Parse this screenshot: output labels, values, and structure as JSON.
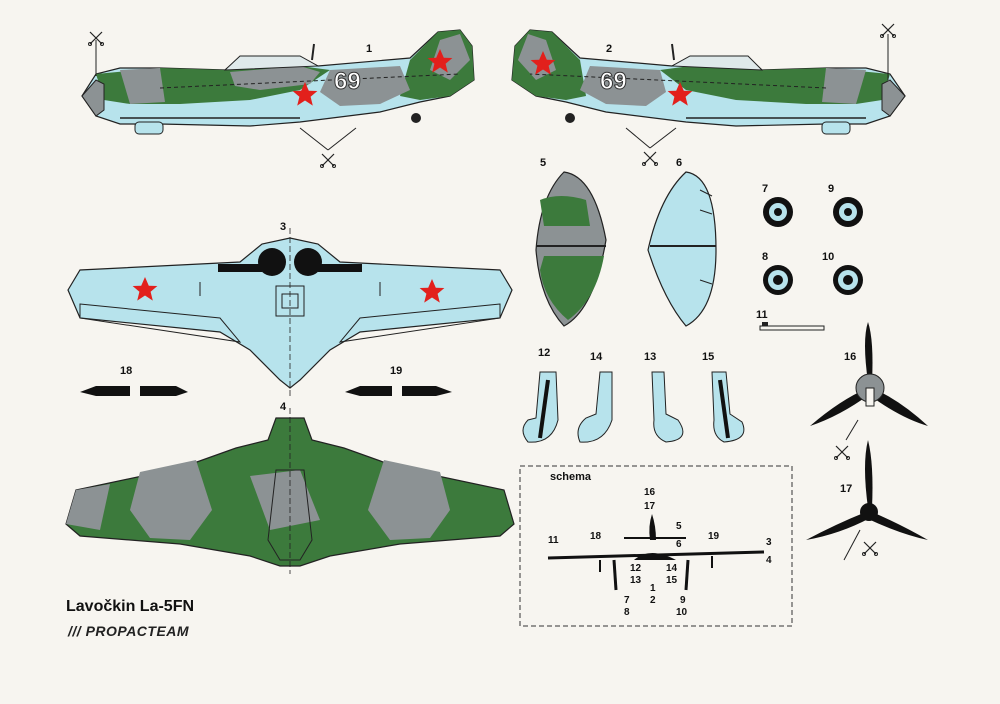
{
  "title": "Lavočkin La-5FN",
  "brand": "PROPACTEAM",
  "schema_title": "schema",
  "aircraft_code": "69",
  "colors": {
    "paper": "#f7f5f0",
    "light_blue": "#b7e3ec",
    "green": "#3c7a3c",
    "grey": "#8c9294",
    "red": "#e2201c",
    "black": "#111111",
    "white": "#ffffff"
  },
  "labels": {
    "n1": "1",
    "n2": "2",
    "n3": "3",
    "n4": "4",
    "n5": "5",
    "n6": "6",
    "n7": "7",
    "n8": "8",
    "n9": "9",
    "n10": "10",
    "n11": "11",
    "n12": "12",
    "n13": "13",
    "n14": "14",
    "n15": "15",
    "n16": "16",
    "n17": "17",
    "n18": "18",
    "n19": "19"
  },
  "schema_labels": {
    "s16": "16",
    "s17": "17",
    "s5": "5",
    "s6": "6",
    "s11": "11",
    "s18": "18",
    "s19": "19",
    "s3": "3",
    "s4": "4",
    "s12": "12",
    "s13": "13",
    "s14": "14",
    "s15": "15",
    "s1": "1",
    "s2": "2",
    "s7": "7",
    "s8": "8",
    "s9": "9",
    "s10": "10"
  }
}
